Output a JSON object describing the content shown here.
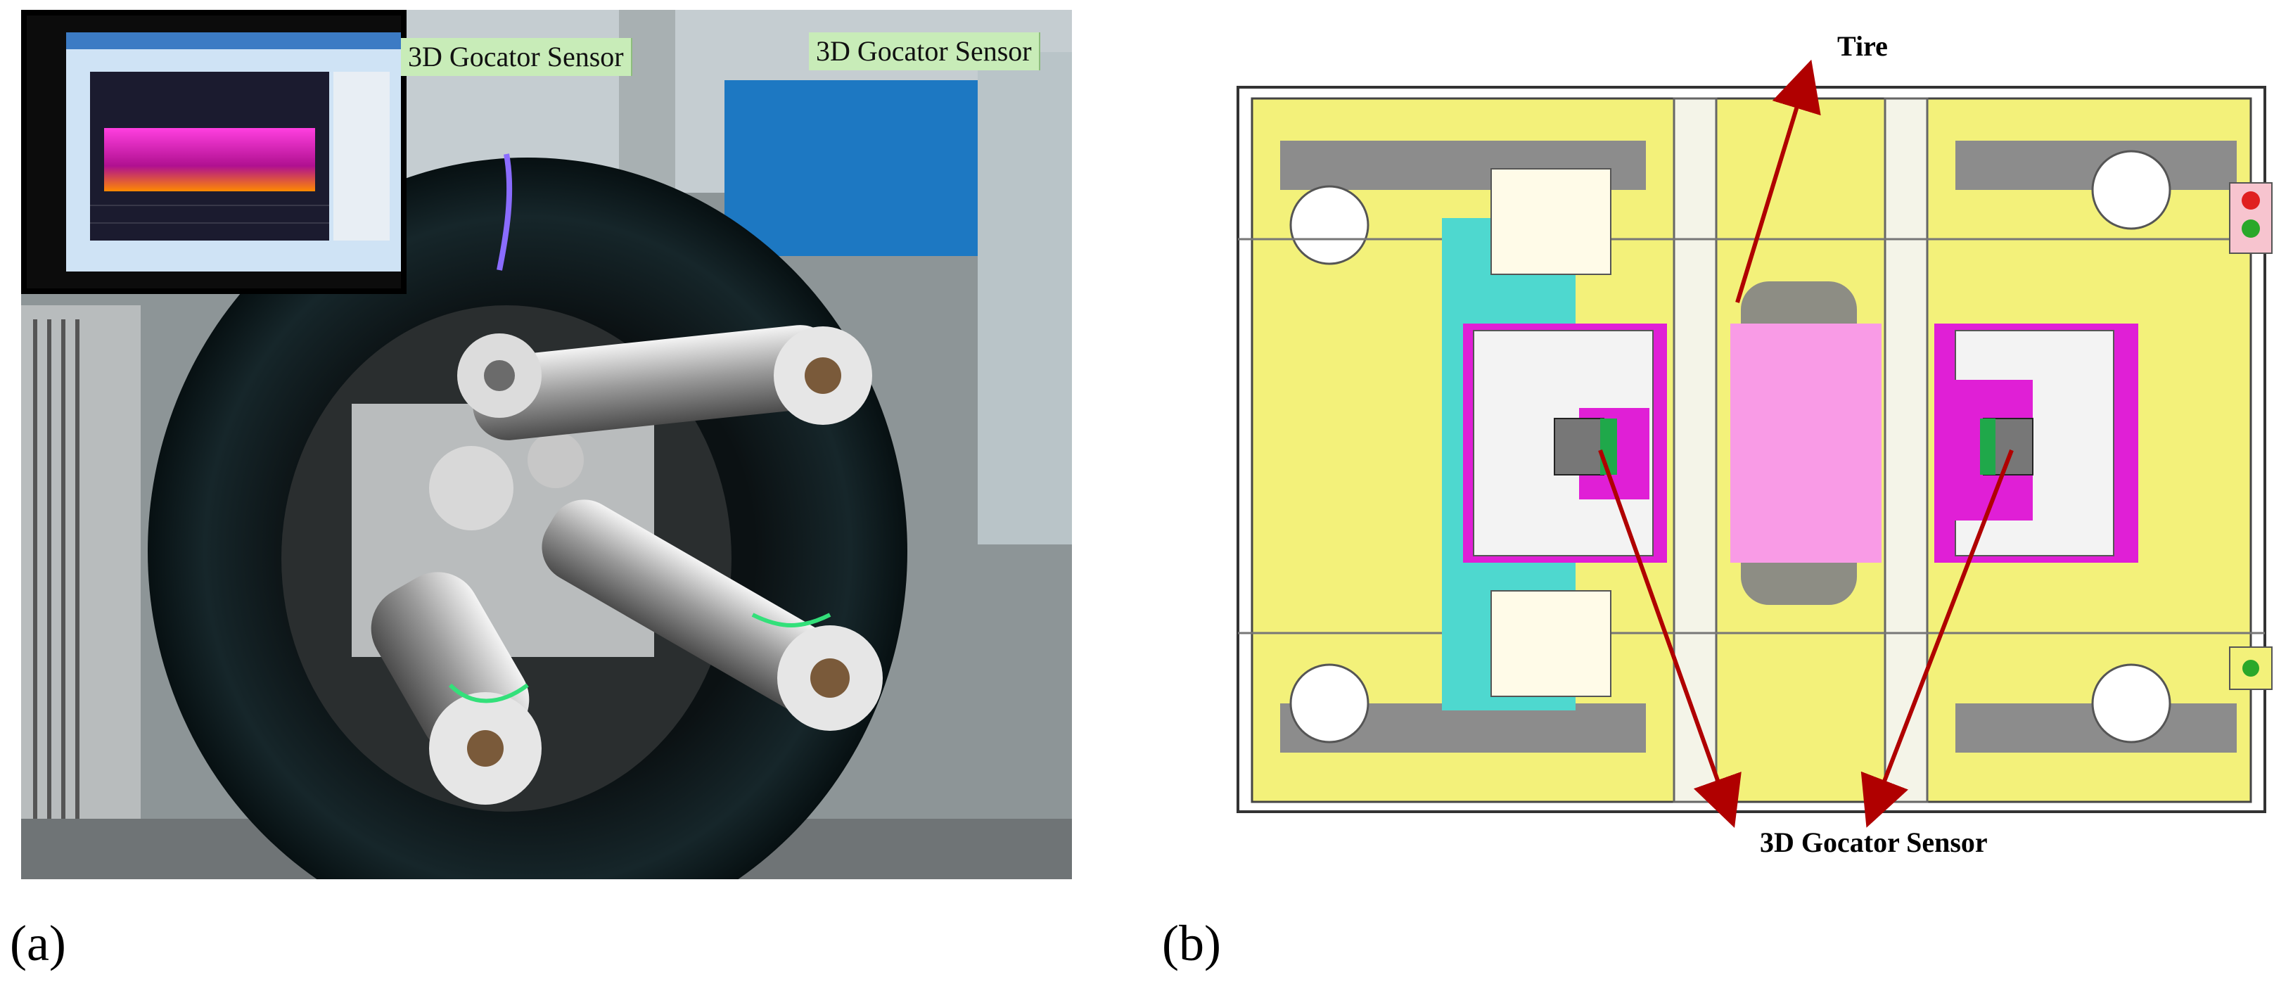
{
  "figure": {
    "panel_a": {
      "caption": "(a)",
      "labels": {
        "sensor_left": "3D Gocator Sensor",
        "sensor_right": "3D Gocator Sensor"
      }
    },
    "panel_b": {
      "caption": "(b)",
      "labels": {
        "tire": "Tire",
        "sensor": "3D Gocator Sensor"
      }
    }
  },
  "colors": {
    "frame_yellow": "#f3f17a",
    "sensor_magenta": "#e01fd6",
    "tire_pink": "#f99be6",
    "teal": "#4ed8cf",
    "arrow_red": "#b00000",
    "label_bg": "#c8ecb8"
  }
}
